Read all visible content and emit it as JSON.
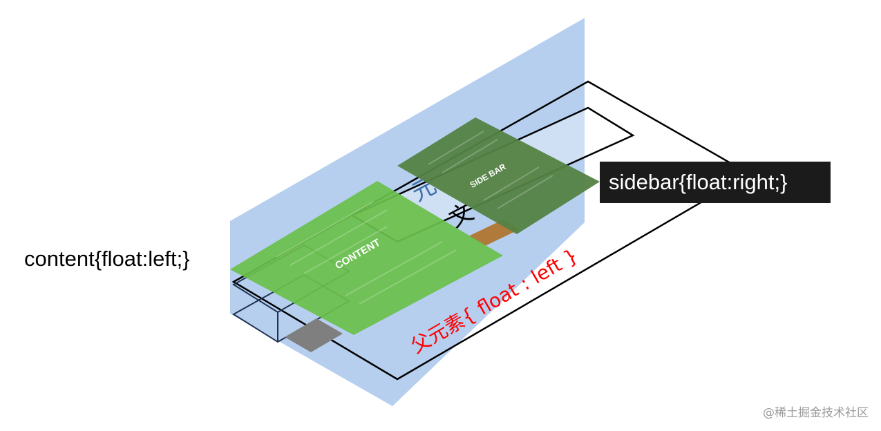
{
  "labels": {
    "content_rule": "content{float:left;}",
    "sidebar_rule": "sidebar{float:right;}",
    "parent_rule": "父元素{ float : left }"
  },
  "cards": {
    "content_title": "CONTENT",
    "sidebar_title": "SIDE BAR"
  },
  "hidden_text": {
    "char_yuan": "元",
    "char_wen": "文"
  },
  "watermark": "@稀土掘金技术社区",
  "colors": {
    "blue_plane": "#a9c7ec",
    "content_card": "#6abf4b",
    "sidebar_card": "#548243",
    "parent_label": "#ff0000",
    "brown_block": "#b07b3a",
    "gray_block": "#7f7f7f"
  }
}
